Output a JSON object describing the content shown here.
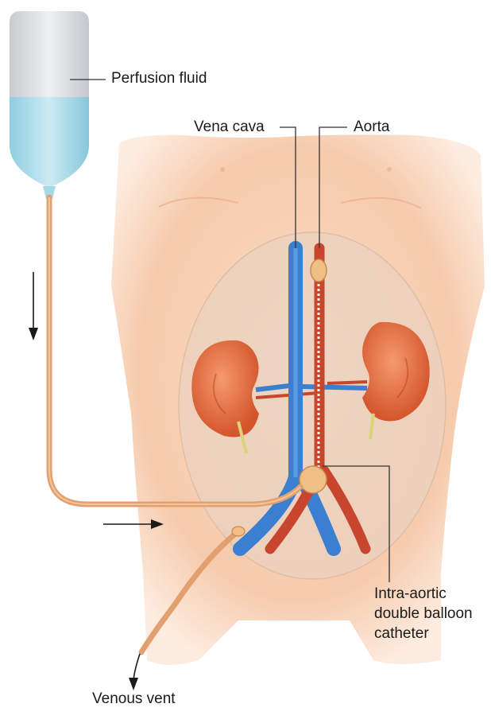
{
  "labels": {
    "perfusion_fluid": "Perfusion fluid",
    "vena_cava": "Vena cava",
    "aorta": "Aorta",
    "catheter_line1": "Intra-aortic",
    "catheter_line2": "double balloon",
    "catheter_line3": "catheter",
    "venous_vent": "Venous vent"
  },
  "colors": {
    "skin": "#f6c9a8",
    "skin_shade": "#e9a985",
    "abdomen_oval": "#ead2c0",
    "vena_cava_blue": "#3b7fd0",
    "aorta_red": "#c9462e",
    "kidney": "#e5683a",
    "tubing": "#e2a070",
    "fluid": "#9fd6e6",
    "bag": "#d9dcde",
    "leader_line": "#333333"
  },
  "icons": {
    "flow_arrow": "arrow-down-icon",
    "flow_arrow_right": "arrow-right-icon",
    "vent_arrow": "arrow-down-icon"
  }
}
